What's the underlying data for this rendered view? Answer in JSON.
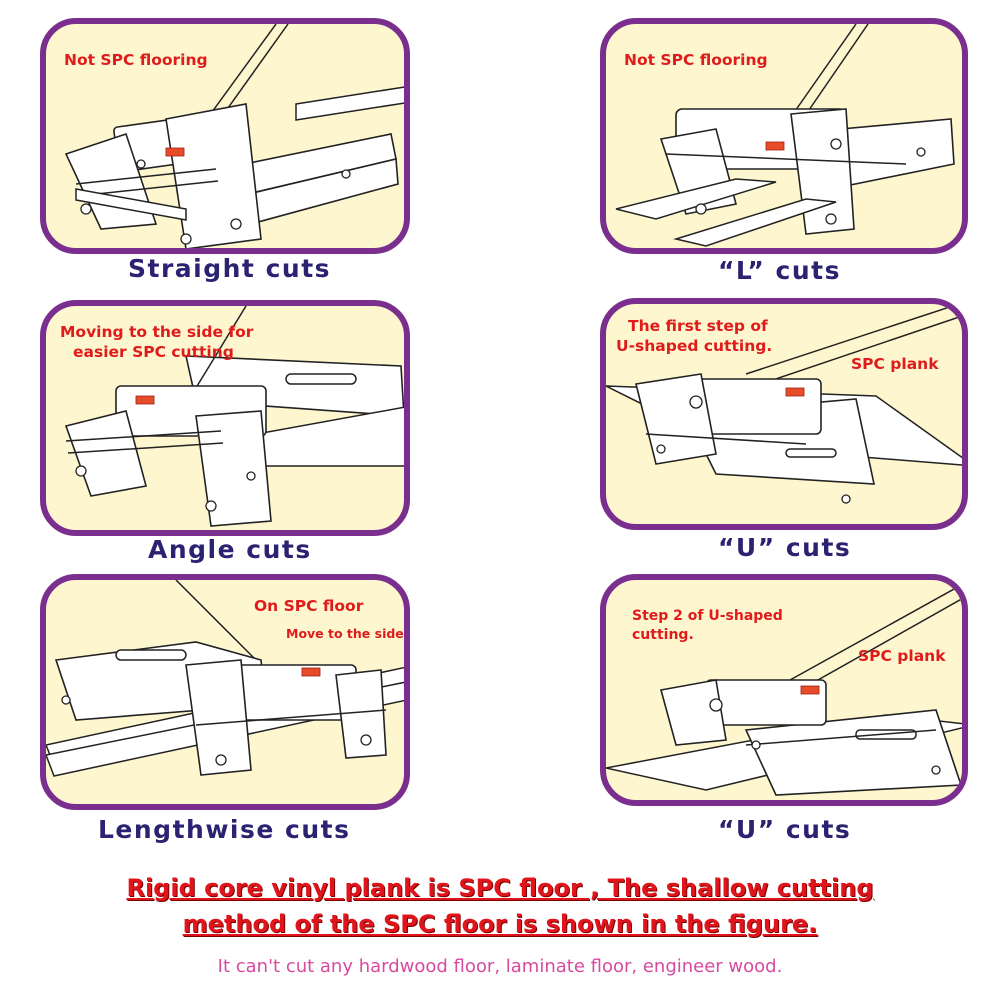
{
  "colors": {
    "panel_background": "#fdf6cf",
    "panel_border": "#7a2f8e",
    "caption": "#2c2272",
    "note_text": "#e01b1b",
    "footer_main": "#e0141b",
    "footer_note": "#d64aa0"
  },
  "panels": [
    {
      "caption": "Straight cuts",
      "notes": [
        "Not SPC flooring"
      ]
    },
    {
      "caption": "“L” cuts",
      "notes": [
        "Not SPC flooring"
      ]
    },
    {
      "caption": "Angle cuts",
      "notes": [
        "Moving to the side for",
        "easier SPC cutting"
      ]
    },
    {
      "caption": "“U” cuts",
      "notes": [
        "The first step of",
        "U-shaped cutting.",
        "SPC plank"
      ]
    },
    {
      "caption": "Lengthwise  cuts",
      "notes": [
        "On SPC  floor",
        "Move to the side."
      ]
    },
    {
      "caption": "“U” cuts",
      "notes": [
        "Step 2 of U-shaped",
        "cutting.",
        "SPC plank"
      ]
    }
  ],
  "footer": {
    "line1": "Rigid core vinyl plank is SPC floor , The shallow cutting",
    "line2": "method of the SPC floor is shown in the figure.",
    "note": "It can't cut any hardwood floor, laminate floor, engineer wood."
  }
}
